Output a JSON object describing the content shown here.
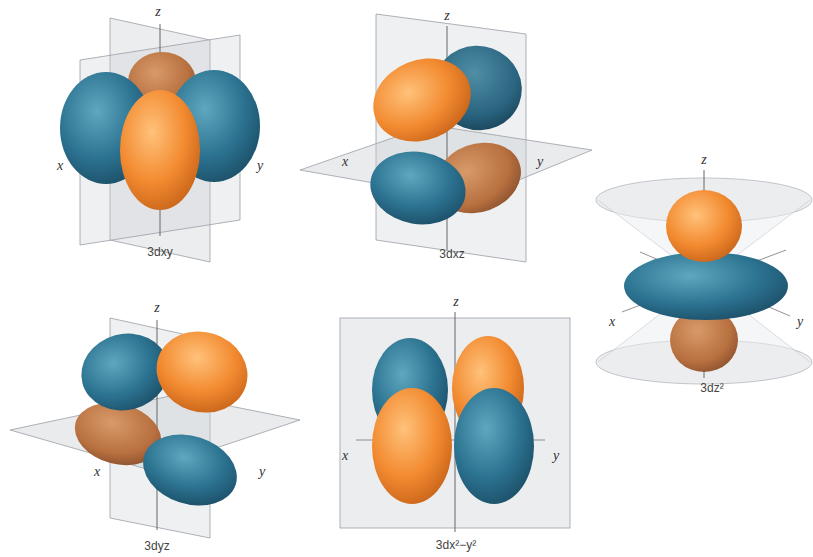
{
  "diagram": {
    "labels": [
      "z",
      "x",
      "y",
      "3dxy",
      "z",
      "x",
      "y",
      "3dxz",
      "z",
      "x",
      "y",
      "3dz²",
      "z",
      "x",
      "y",
      "3dyz",
      "z",
      "x",
      "y",
      "3dx²−y²"
    ]
  }
}
